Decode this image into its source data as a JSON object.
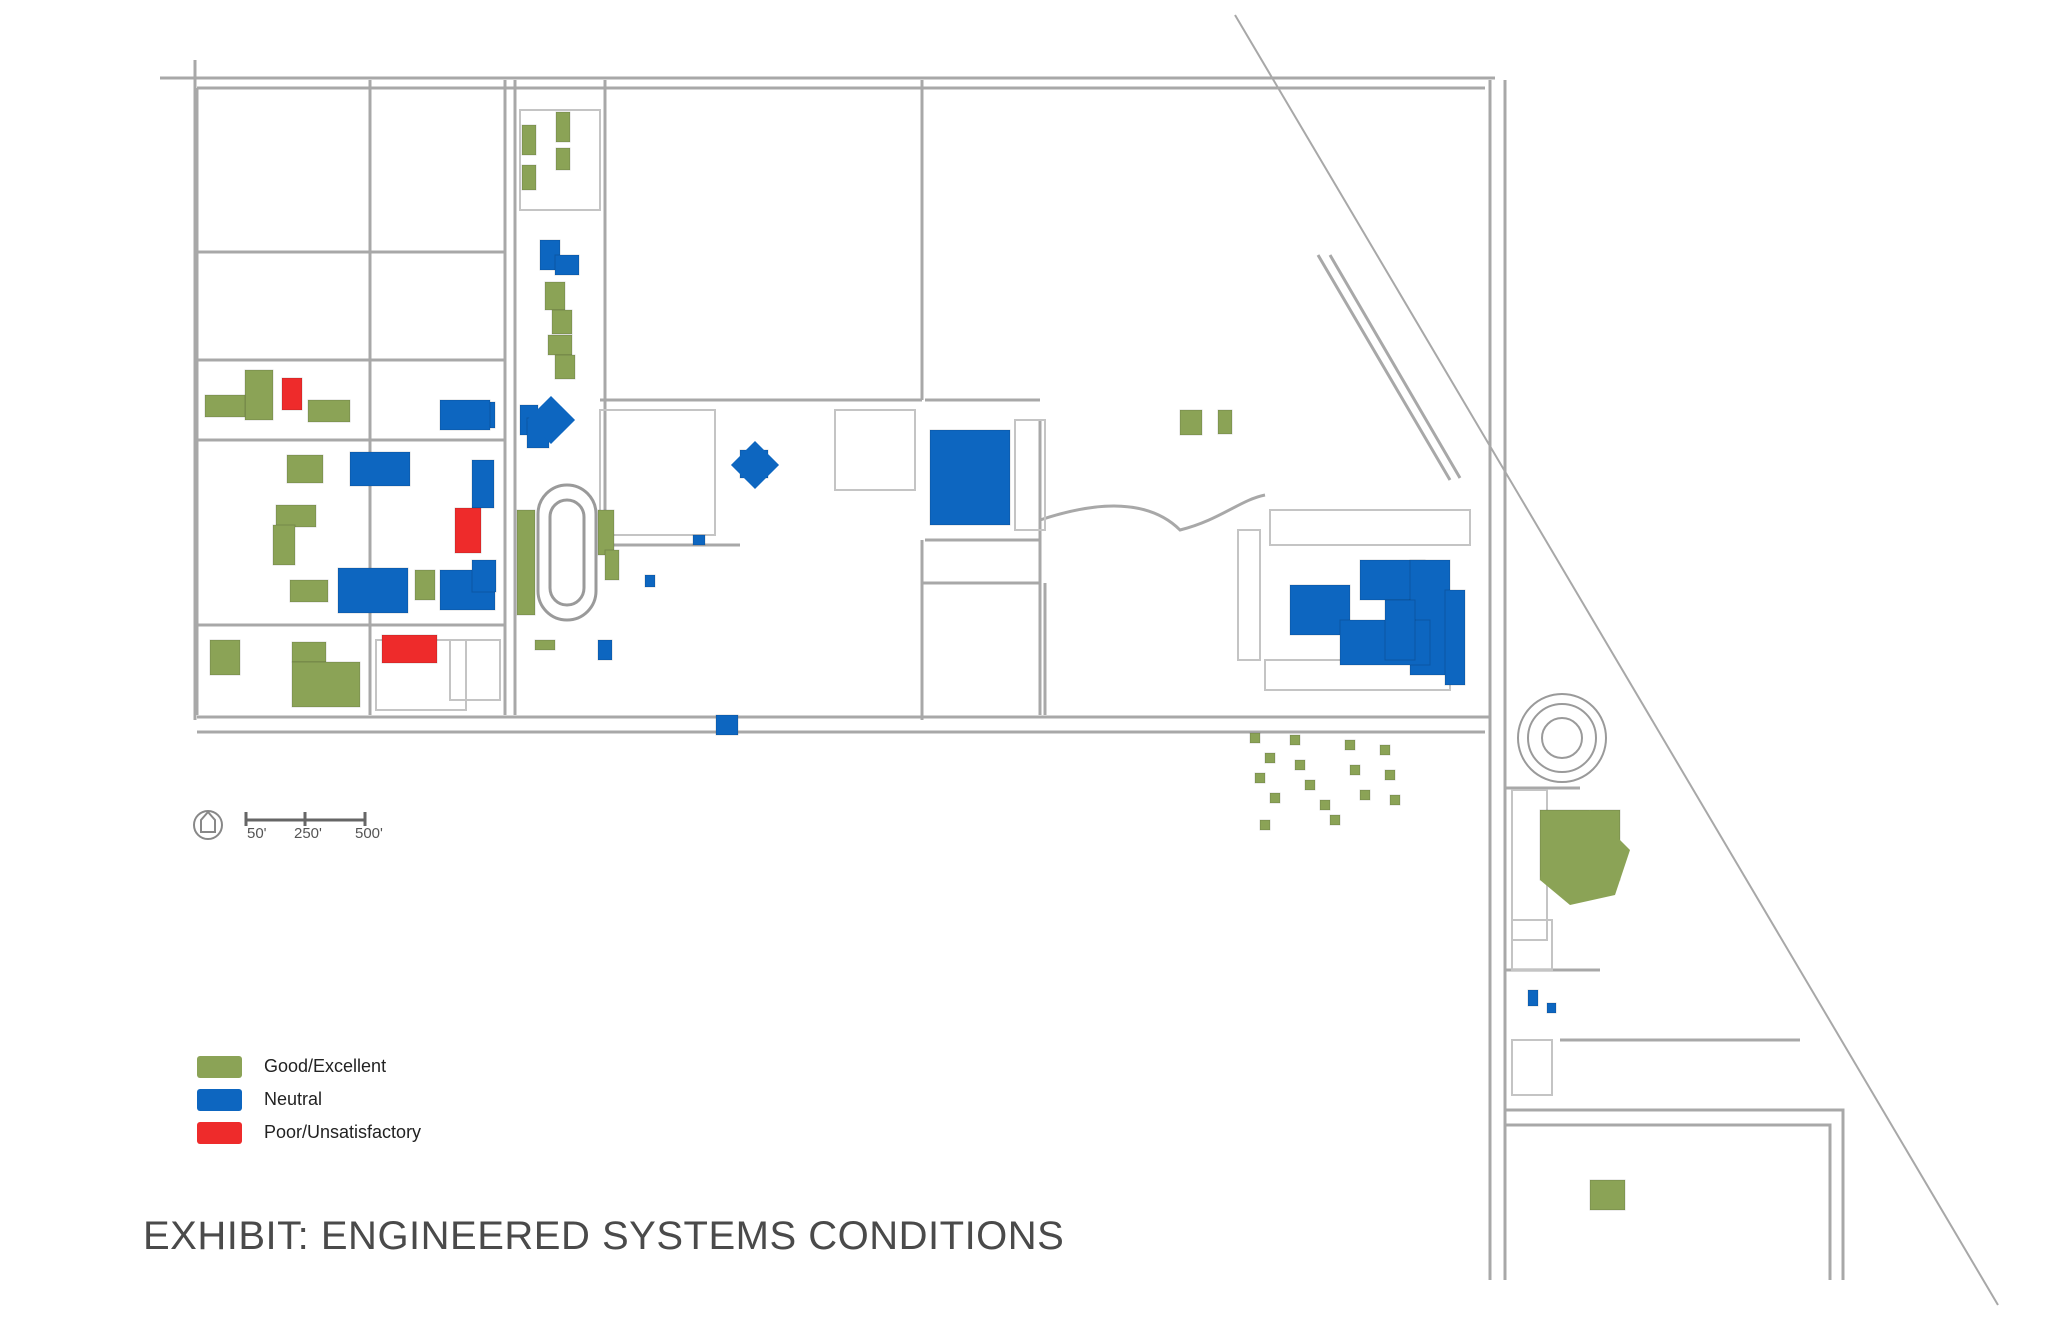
{
  "map": {
    "title": "EXHIBIT: ENGINEERED SYSTEMS CONDITIONS",
    "legend": [
      {
        "key": "good",
        "label": "Good/Excellent",
        "color": "#8ba356"
      },
      {
        "key": "neutral",
        "label": "Neutral",
        "color": "#0d66c0"
      },
      {
        "key": "poor",
        "label": "Poor/Unsatisfactory",
        "color": "#ee2b2b"
      }
    ],
    "scale_bar": {
      "labels": [
        "50'",
        "250'",
        "500'"
      ]
    },
    "north_icon": "north-arrow-icon",
    "colors": {
      "road": "#a8a8a8",
      "parking": "#c4c4c4",
      "background": "#ffffff"
    }
  }
}
